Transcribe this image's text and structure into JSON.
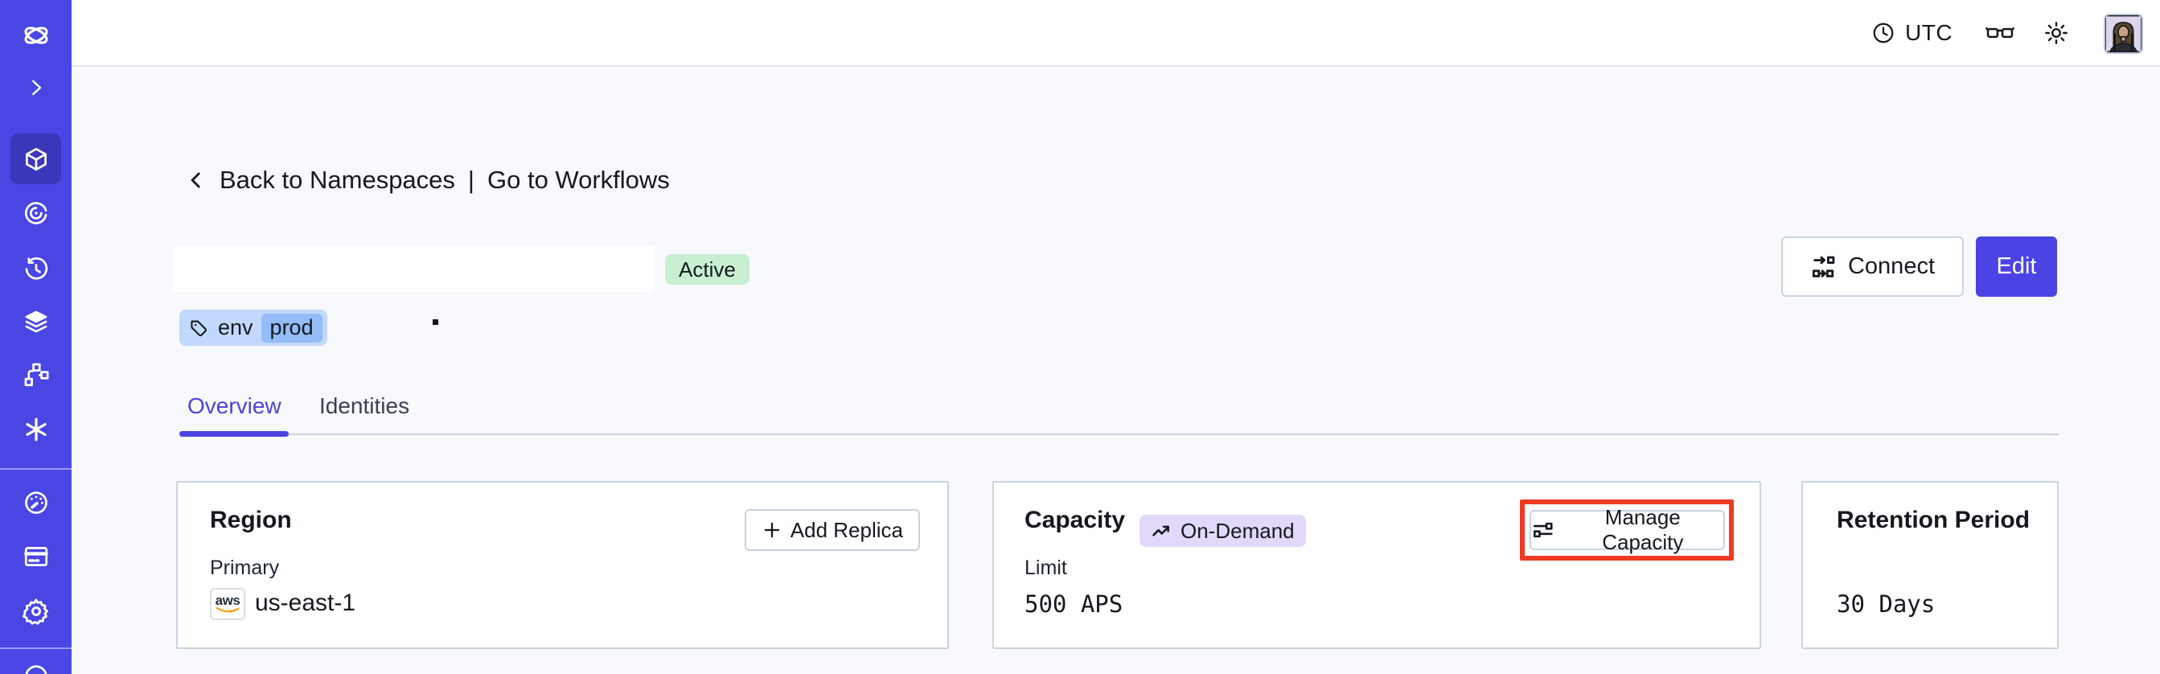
{
  "topbar": {
    "timezone_label": "UTC"
  },
  "breadcrumb": {
    "back_label": "Back to Namespaces",
    "separator": "|",
    "workflows_label": "Go to Workflows"
  },
  "namespace": {
    "status_badge": "Active",
    "tag_key": "env",
    "tag_value": "prod",
    "connect_label": "Connect",
    "edit_label": "Edit"
  },
  "tabs": {
    "overview": "Overview",
    "identities": "Identities"
  },
  "cards": {
    "region": {
      "title": "Region",
      "add_replica_label": "Add Replica",
      "primary_label": "Primary",
      "provider": "aws",
      "region_value": "us-east-1"
    },
    "capacity": {
      "title": "Capacity",
      "mode_badge": "On-Demand",
      "manage_label": "Manage Capacity",
      "limit_label": "Limit",
      "limit_value": "500 APS"
    },
    "retention": {
      "title": "Retention Period",
      "value": "30 Days"
    }
  },
  "sidebar": {
    "icons": [
      "temporal-logo",
      "expand-chevron",
      "namespaces-cube",
      "nexus-spiral",
      "schedules-clock",
      "stacks-layers",
      "deployments-branch",
      "asterisk",
      "usage-gauge",
      "billing-card",
      "settings-gear",
      "account-circle"
    ]
  },
  "colors": {
    "sidebar_bg": "#4946e4",
    "sidebar_active_bg": "#3b37bb",
    "accent_indigo": "#4a43e0",
    "status_active_bg": "#c8efd2",
    "tag_bg": "#c2d8fc",
    "tag_chip_bg": "#93bcf8",
    "ondemand_bg": "#e1d8fa",
    "highlight_red": "#ee3b23",
    "content_bg": "#f8f9fc"
  }
}
